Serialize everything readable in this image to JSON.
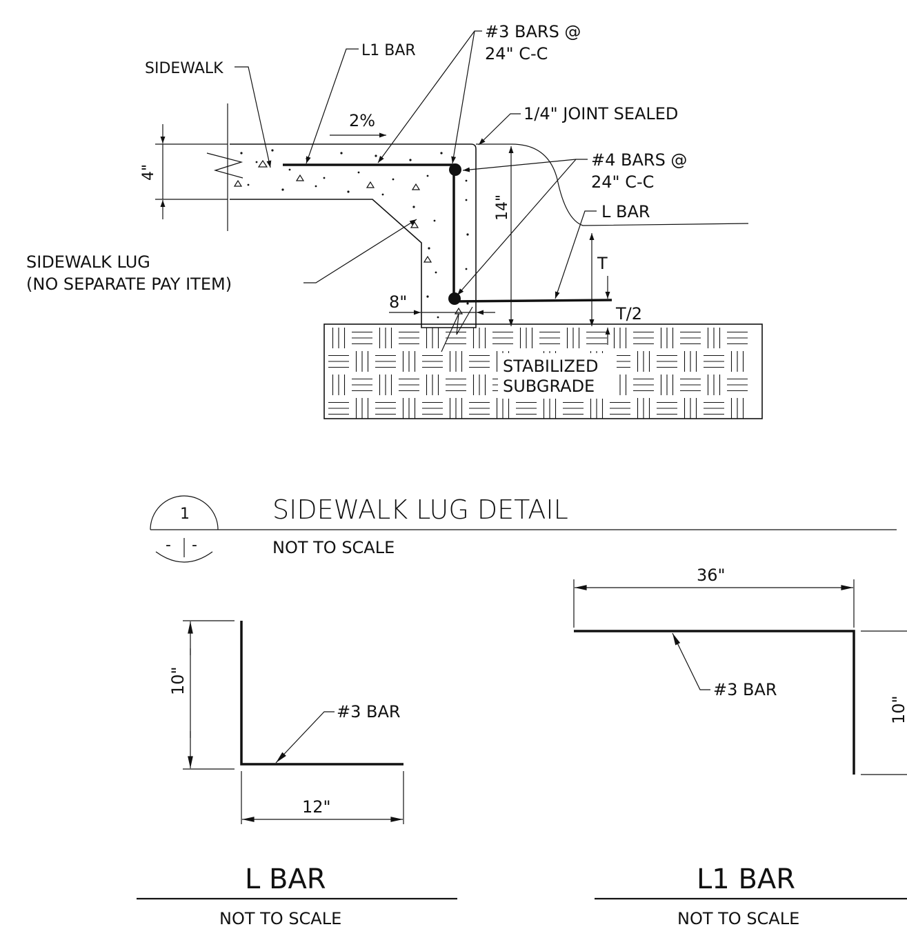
{
  "colors": {
    "ink": "#111111",
    "paper": "#ffffff"
  },
  "lug_detail": {
    "sidewalk": "SIDEWALK",
    "l1_bar": "L1 BAR",
    "bars_3_line1": "#3 BARS @",
    "bars_3_line2": "24\" C-C",
    "joint": "1/4\" JOINT SEALED",
    "bars_4_line1": "#4 BARS @",
    "bars_4_line2": "24\" C-C",
    "l_bar": "L BAR",
    "slope": "2%",
    "dim_4": "4\"",
    "dim_14": "14\"",
    "dim_8": "8\"",
    "dim_t": "T",
    "dim_t2": "T/2",
    "lug_line1": "SIDEWALK LUG",
    "lug_line2": "(NO SEPARATE PAY ITEM)",
    "subgrade_line1": "STABILIZED",
    "subgrade_line2": "SUBGRADE"
  },
  "detail_title": {
    "number": "1",
    "sheet": "-",
    "title": "SIDEWALK LUG DETAIL",
    "scale": "NOT TO SCALE"
  },
  "l_bar_detail": {
    "dim_10": "10\"",
    "dim_12": "12\"",
    "bar": "#3 BAR",
    "title": "L BAR",
    "scale": "NOT TO SCALE"
  },
  "l1_bar_detail": {
    "dim_36": "36\"",
    "dim_10": "10\"",
    "bar": "#3 BAR",
    "title": "L1 BAR",
    "scale": "NOT TO SCALE"
  }
}
